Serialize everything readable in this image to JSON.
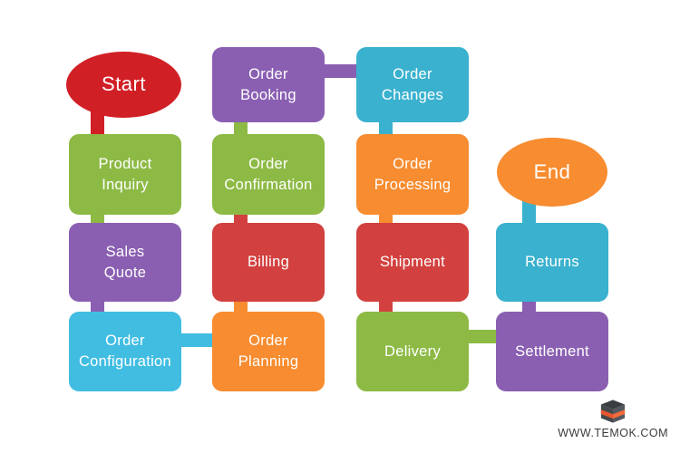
{
  "page": {
    "background": "#ffffff"
  },
  "palette": {
    "start_red": "#d11f26",
    "box_red": "#d2413f",
    "green": "#8dba45",
    "purple": "#8a5fb2",
    "orange": "#f78c30",
    "cyan": "#3ab1ce",
    "cyan_light": "#41bde2",
    "text": "#ffffff"
  },
  "flowchart": {
    "type": "process-flow-snake-layout",
    "nodes": [
      {
        "id": "start",
        "label": "Start",
        "shape": "ellipse",
        "color": "#d11f26"
      },
      {
        "id": "product-inquiry",
        "label": "Product\nInquiry",
        "shape": "rounded-rect",
        "color": "#8dba45"
      },
      {
        "id": "sales-quote",
        "label": "Sales\nQuote",
        "shape": "rounded-rect",
        "color": "#8a5fb2"
      },
      {
        "id": "order-configuration",
        "label": "Order\nConfiguration",
        "shape": "rounded-rect",
        "color": "#41bde2"
      },
      {
        "id": "order-planning",
        "label": "Order\nPlanning",
        "shape": "rounded-rect",
        "color": "#f78c30"
      },
      {
        "id": "billing",
        "label": "Billing",
        "shape": "rounded-rect",
        "color": "#d2413f"
      },
      {
        "id": "order-confirmation",
        "label": "Order\nConfirmation",
        "shape": "rounded-rect",
        "color": "#8dba45"
      },
      {
        "id": "order-booking",
        "label": "Order\nBooking",
        "shape": "rounded-rect",
        "color": "#8a5fb2"
      },
      {
        "id": "order-changes",
        "label": "Order\nChanges",
        "shape": "rounded-rect",
        "color": "#3ab1ce"
      },
      {
        "id": "order-processing",
        "label": "Order\nProcessing",
        "shape": "rounded-rect",
        "color": "#f78c30"
      },
      {
        "id": "shipment",
        "label": "Shipment",
        "shape": "rounded-rect",
        "color": "#d2413f"
      },
      {
        "id": "delivery",
        "label": "Delivery",
        "shape": "rounded-rect",
        "color": "#8dba45"
      },
      {
        "id": "settlement",
        "label": "Settlement",
        "shape": "rounded-rect",
        "color": "#8a5fb2"
      },
      {
        "id": "returns",
        "label": "Returns",
        "shape": "rounded-rect",
        "color": "#3ab1ce"
      },
      {
        "id": "end",
        "label": "End",
        "shape": "ellipse",
        "color": "#f78c30"
      }
    ],
    "connectors": [
      {
        "from": "start",
        "to": "product-inquiry",
        "orientation": "vertical",
        "color": "#d11f26"
      },
      {
        "from": "product-inquiry",
        "to": "sales-quote",
        "orientation": "vertical",
        "color": "#8dba45"
      },
      {
        "from": "sales-quote",
        "to": "order-configuration",
        "orientation": "vertical",
        "color": "#8a5fb2"
      },
      {
        "from": "order-configuration",
        "to": "order-planning",
        "orientation": "horizontal",
        "color": "#41bde2"
      },
      {
        "from": "order-planning",
        "to": "billing",
        "orientation": "vertical",
        "color": "#f78c30"
      },
      {
        "from": "billing",
        "to": "order-confirmation",
        "orientation": "vertical",
        "color": "#d2413f"
      },
      {
        "from": "order-confirmation",
        "to": "order-booking",
        "orientation": "vertical",
        "color": "#8dba45"
      },
      {
        "from": "order-booking",
        "to": "order-changes",
        "orientation": "horizontal",
        "color": "#8a5fb2"
      },
      {
        "from": "order-changes",
        "to": "order-processing",
        "orientation": "vertical",
        "color": "#3ab1ce"
      },
      {
        "from": "order-processing",
        "to": "shipment",
        "orientation": "vertical",
        "color": "#f78c30"
      },
      {
        "from": "shipment",
        "to": "delivery",
        "orientation": "vertical",
        "color": "#d2413f"
      },
      {
        "from": "delivery",
        "to": "settlement",
        "orientation": "horizontal",
        "color": "#8dba45"
      },
      {
        "from": "settlement",
        "to": "returns",
        "orientation": "vertical",
        "color": "#8a5fb2"
      },
      {
        "from": "returns",
        "to": "end",
        "orientation": "vertical",
        "color": "#3ab1ce"
      }
    ]
  },
  "branding": {
    "website_label": "WWW.TEMOK.COM",
    "logo_icon": "temok-cube-logo-icon",
    "logo_colors": {
      "body": "#45494e",
      "stripe": "#e8562e"
    }
  }
}
